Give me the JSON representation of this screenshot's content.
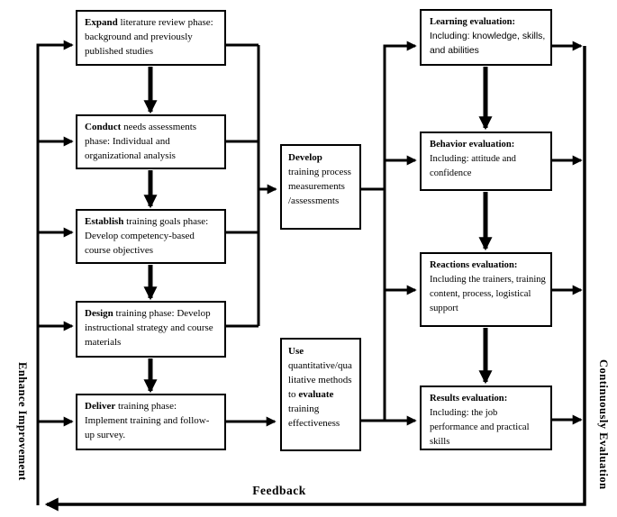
{
  "diagram": {
    "left_column": [
      {
        "runs": [
          {
            "t": "Expand",
            "b": 1
          },
          {
            "t": " literature review phase: background and previously published studies"
          }
        ]
      },
      {
        "runs": [
          {
            "t": "Conduct",
            "b": 1
          },
          {
            "t": " needs assessments phase: Individual and organizational analysis"
          }
        ]
      },
      {
        "runs": [
          {
            "t": "Establish",
            "b": 1
          },
          {
            "t": " training goals phase: Develop competency-based course objectives"
          }
        ]
      },
      {
        "runs": [
          {
            "t": "Design",
            "b": 1
          },
          {
            "t": " training phase: Develop instructional strategy and course materials"
          }
        ]
      },
      {
        "runs": [
          {
            "t": "Deliver",
            "b": 1
          },
          {
            "t": " training phase: Implement training and follow-up survey."
          }
        ]
      }
    ],
    "middle_column": [
      {
        "runs": [
          {
            "t": "Develop",
            "b": 1
          },
          {
            "t": " training process measurements /assessments"
          }
        ]
      },
      {
        "runs": [
          {
            "t": "Use",
            "b": 1
          },
          {
            "t": " quantitative/qualitative methods to "
          },
          {
            "t": "evaluate",
            "b": 1
          },
          {
            "t": " training effectiveness"
          }
        ]
      }
    ],
    "right_column": [
      {
        "runs": [
          {
            "t": "Learning evaluation:\n",
            "b": 1
          },
          {
            "t": "Including: knowledge, skills, and abilities",
            "f": "sans"
          }
        ]
      },
      {
        "runs": [
          {
            "t": "Behavior evaluation:\n",
            "b": 1
          },
          {
            "t": "Including: attitude and confidence"
          }
        ]
      },
      {
        "runs": [
          {
            "t": "Reactions evaluation:\n",
            "b": 1
          },
          {
            "t": "Including the trainers, training content, process, logistical support"
          }
        ]
      },
      {
        "runs": [
          {
            "t": "Results evaluation:\n",
            "b": 1
          },
          {
            "t": "Including: the job performance and practical skills"
          }
        ]
      }
    ],
    "labels": {
      "left_vertical": "Enhance Improvement",
      "right_vertical": "Continuously Evaluation",
      "feedback": "Feedback"
    },
    "colors": {
      "line": "#000000",
      "background": "#ffffff",
      "text": "#000000"
    }
  }
}
